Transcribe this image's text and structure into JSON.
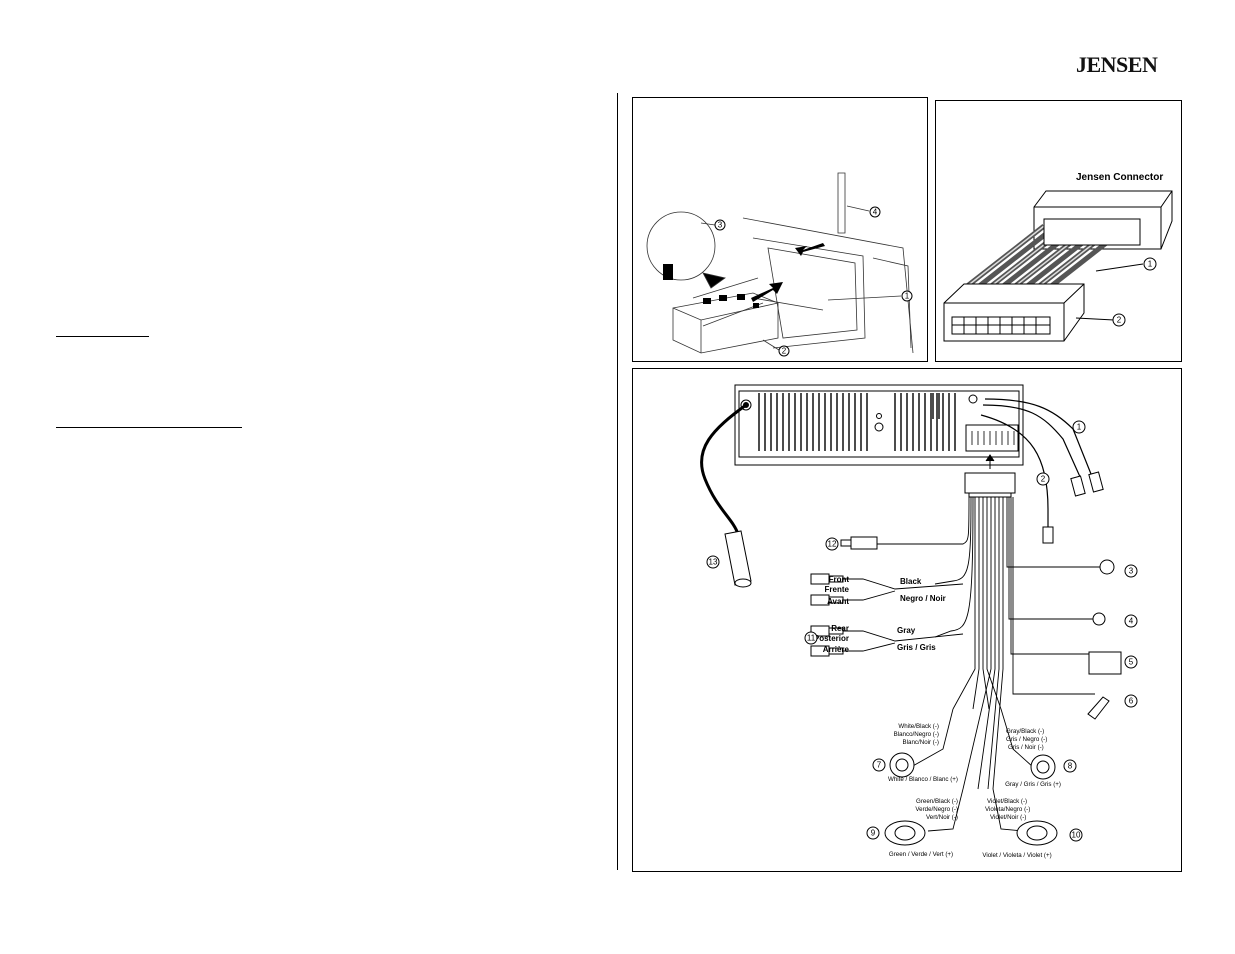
{
  "brand": "JENSEN",
  "install_diagram": {
    "callouts": [
      "1",
      "2",
      "3",
      "4"
    ]
  },
  "connector_diagram": {
    "title": "Jensen Connector",
    "callouts": [
      "1",
      "2"
    ]
  },
  "wiring_diagram": {
    "callouts": [
      "1",
      "2",
      "3",
      "4",
      "5",
      "6",
      "7",
      "8",
      "9",
      "10",
      "11",
      "12",
      "13"
    ],
    "front_label": [
      "Front",
      "Frente",
      "Avant"
    ],
    "front_color": "Black",
    "front_color_alt": "Negro / Noir",
    "rear_label": [
      "Rear",
      "Posterior",
      "Arrière"
    ],
    "rear_color": "Gray",
    "rear_color_alt": "Gris / Gris",
    "spk7_neg": [
      "White/Black (-)",
      "Blanco/Negro (-)",
      "Blanc/Noir (-)"
    ],
    "spk7_pos": "White / Blanco / Blanc (+)",
    "spk8_neg": [
      "Gray/Black (-)",
      "Gris / Negro (-)",
      "Gris / Noir (-)"
    ],
    "spk8_pos": "Gray / Gris / Gris (+)",
    "spk9_neg": [
      "Green/Black (-)",
      "Verde/Negro (-)",
      "Vert/Noir (-)"
    ],
    "spk9_pos": "Green / Verde / Vert (+)",
    "spk10_neg": [
      "Violet/Black (-)",
      "Violeta/Negro (-)",
      "Violet/Noir (-)"
    ],
    "spk10_pos": "Violet / Violeta / Violet (+)"
  }
}
